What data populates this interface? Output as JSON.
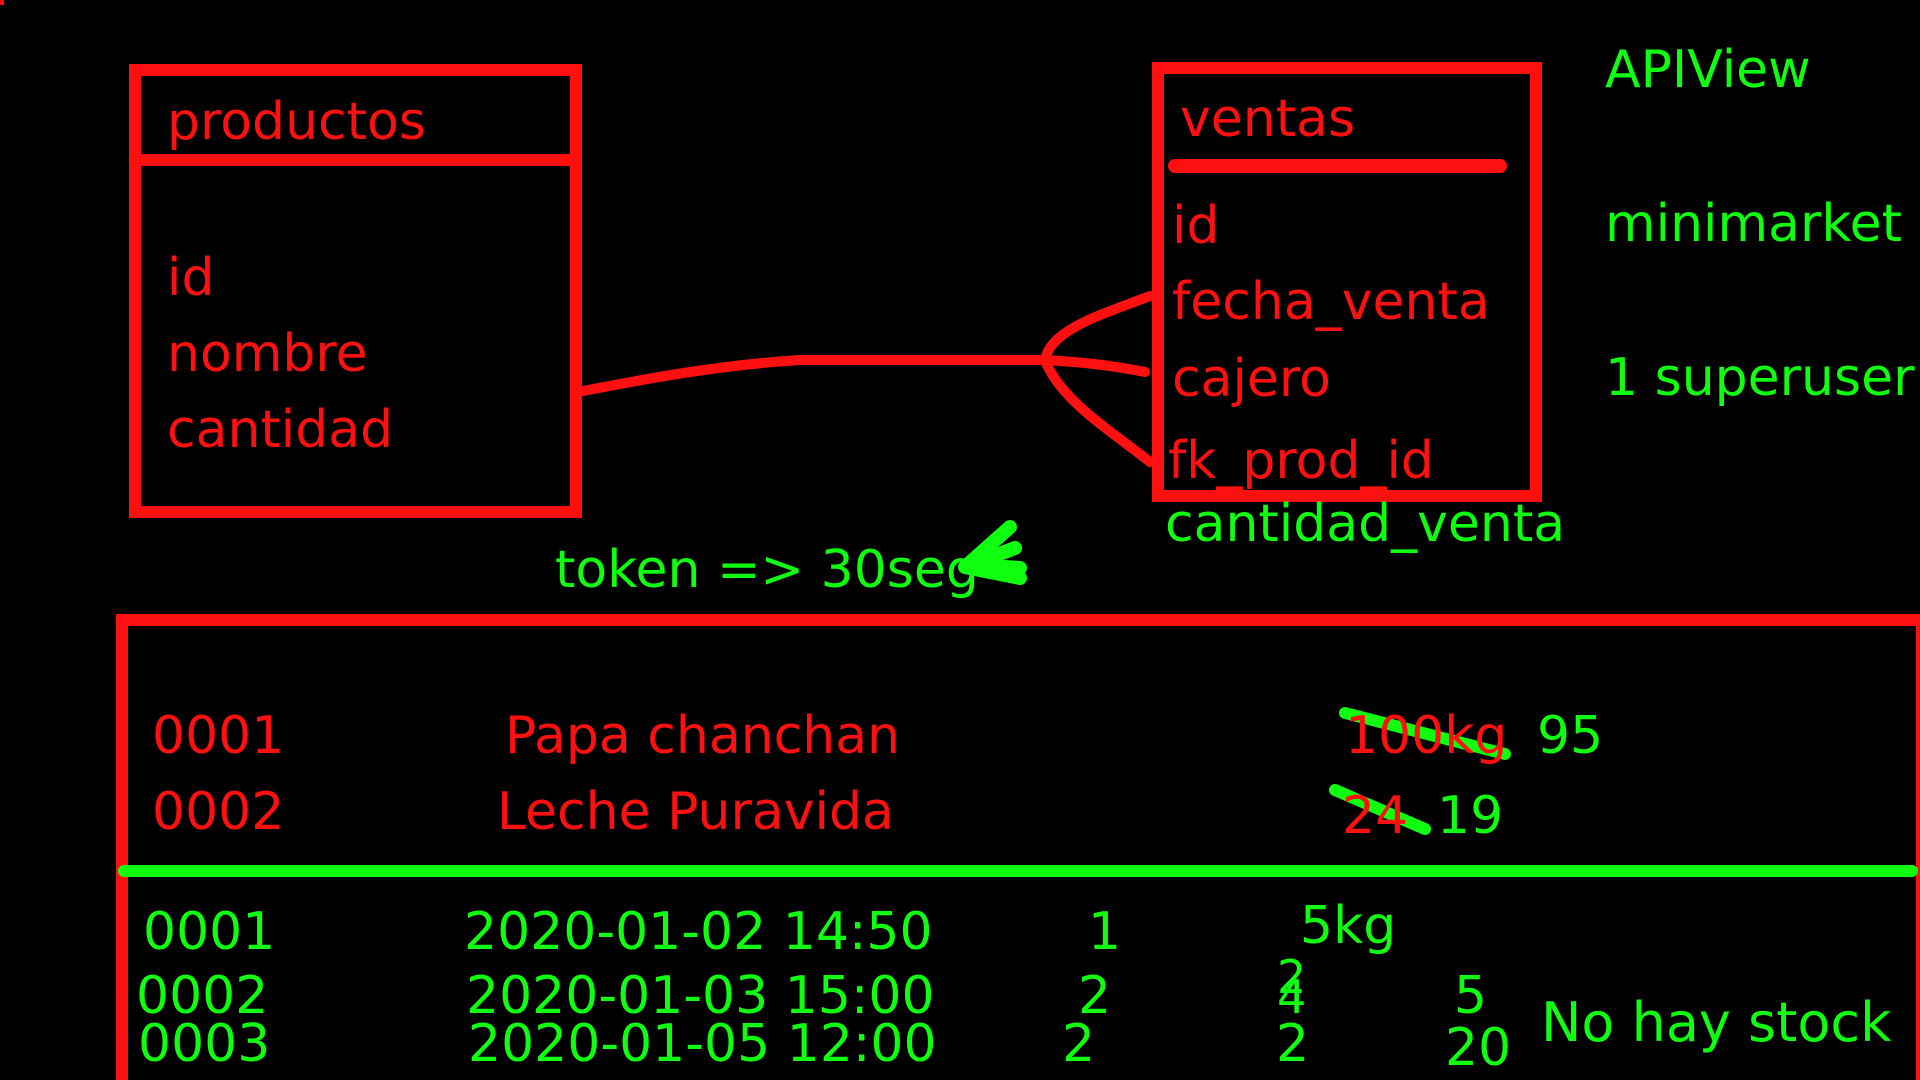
{
  "productos_table": {
    "title": "productos",
    "fields": [
      "id",
      "nombre",
      "cantidad"
    ]
  },
  "ventas_table": {
    "title": "ventas",
    "fields": [
      "id",
      "fecha_venta",
      "cajero",
      "fk_prod_id"
    ],
    "extra_field": "cantidad_venta"
  },
  "notes": {
    "apiview": "APIView",
    "project": "minimarket",
    "superuser": "1 superuser",
    "token": "token => 30seg"
  },
  "product_rows": [
    {
      "code": "0001",
      "name": "Papa chanchan",
      "old_qty": "100kg",
      "new_qty": "95"
    },
    {
      "code": "0002",
      "name": "Leche Puravida",
      "old_qty": "24",
      "new_qty": "19"
    }
  ],
  "sale_rows": [
    {
      "code": "0001",
      "datetime": "2020-01-02 14:50",
      "cajero": "1",
      "amount": "5kg",
      "extra": ""
    },
    {
      "code": "0002",
      "datetime": "2020-01-03 15:00",
      "cajero": "2",
      "amount": "4",
      "amount_overwrite": "2",
      "extra": "5"
    },
    {
      "code": "0003",
      "datetime": "2020-01-05 12:00",
      "cajero": "2",
      "amount": "2",
      "extra": "20"
    }
  ],
  "status": {
    "no_stock": "No hay stock"
  },
  "colors": {
    "red": "#ff1010",
    "green": "#10ff10",
    "background": "#000000"
  }
}
